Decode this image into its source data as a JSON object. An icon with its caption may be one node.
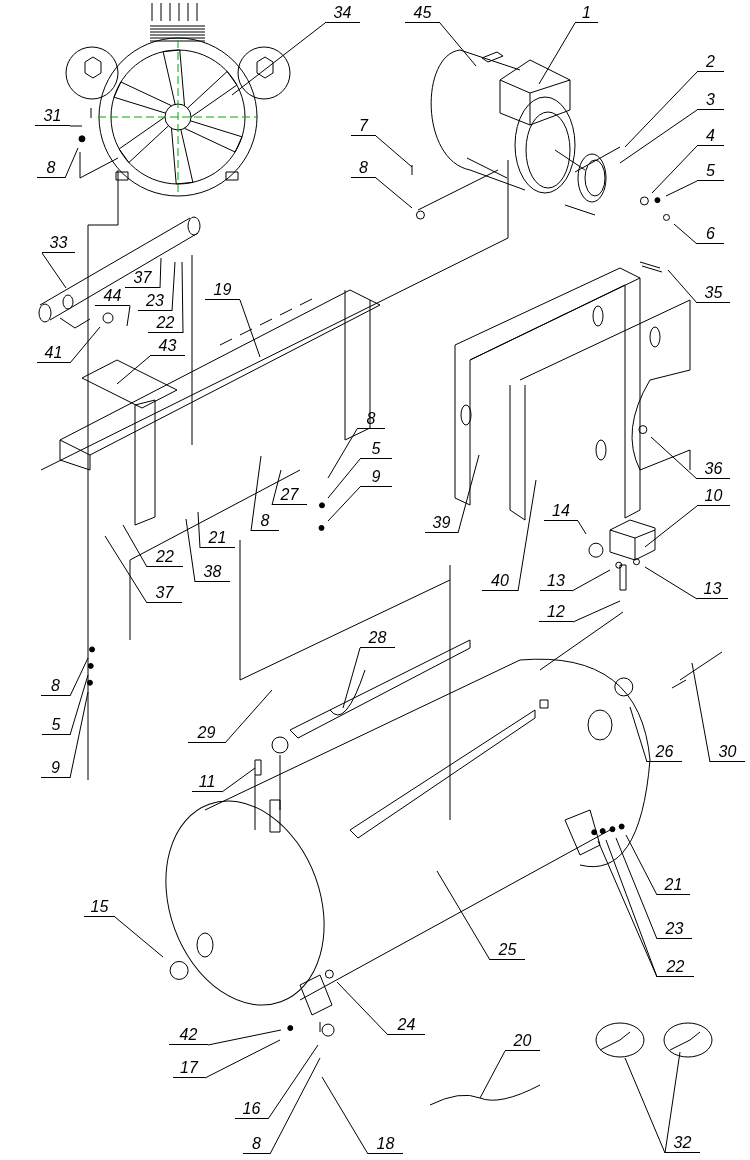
{
  "diagram": {
    "nodes": [
      {
        "text": [
          "34"
        ]
      },
      {
        "text": [
          "45"
        ]
      },
      {
        "text": [
          "1"
        ]
      },
      {
        "text": [
          "2"
        ]
      },
      {
        "text": [
          "3"
        ]
      },
      {
        "text": [
          "4"
        ]
      },
      {
        "text": [
          "5"
        ]
      },
      {
        "text": [
          "6"
        ]
      },
      {
        "text": [
          "31"
        ]
      },
      {
        "text": [
          "8"
        ]
      },
      {
        "text": [
          "7"
        ]
      },
      {
        "text": [
          "8"
        ]
      },
      {
        "text": [
          "33"
        ]
      },
      {
        "text": [
          "37"
        ]
      },
      {
        "text": [
          "23"
        ]
      },
      {
        "text": [
          "22"
        ]
      },
      {
        "text": [
          "44"
        ]
      },
      {
        "text": [
          "41"
        ]
      },
      {
        "text": [
          "19"
        ]
      },
      {
        "text": [
          "43"
        ]
      },
      {
        "text": [
          "35"
        ]
      },
      {
        "text": [
          "36"
        ]
      },
      {
        "text": [
          "8"
        ]
      },
      {
        "text": [
          "8"
        ]
      },
      {
        "text": [
          "27"
        ]
      },
      {
        "text": [
          "39"
        ]
      },
      {
        "text": [
          "40"
        ]
      },
      {
        "text": [
          "14"
        ]
      },
      {
        "text": [
          "10"
        ]
      },
      {
        "text": [
          "13"
        ]
      },
      {
        "text": [
          "13"
        ]
      },
      {
        "text": [
          "12"
        ]
      },
      {
        "text": [
          "21"
        ]
      },
      {
        "text": [
          "22"
        ]
      },
      {
        "text": [
          "38"
        ]
      },
      {
        "text": [
          "37"
        ]
      },
      {
        "text": [
          "8"
        ]
      },
      {
        "text": [
          "5"
        ]
      },
      {
        "text": [
          "9"
        ]
      },
      {
        "text": [
          "28"
        ]
      },
      {
        "text": [
          "29"
        ]
      },
      {
        "text": [
          "11"
        ]
      },
      {
        "text": [
          "26"
        ]
      },
      {
        "text": [
          "30"
        ]
      },
      {
        "text": [
          "21"
        ]
      },
      {
        "text": [
          "23"
        ]
      },
      {
        "text": [
          "22"
        ]
      },
      {
        "text": [
          "25"
        ]
      },
      {
        "text": [
          "15"
        ]
      },
      {
        "text": [
          "24"
        ]
      },
      {
        "text": [
          "42"
        ]
      },
      {
        "text": [
          "17"
        ]
      },
      {
        "text": [
          "16"
        ]
      },
      {
        "text": [
          "8"
        ]
      },
      {
        "text": [
          "18"
        ]
      },
      {
        "text": [
          "20"
        ]
      },
      {
        "text": [
          "32"
        ]
      },
      {
        "text": [
          "5"
        ]
      },
      {
        "text": [
          "9"
        ]
      }
    ],
    "edges": [
      {
        "from": 0,
        "to": null,
        "arrow": "none"
      },
      {
        "from": 1,
        "to": null,
        "arrow": "none"
      },
      {
        "from": 2,
        "to": null,
        "arrow": "none"
      },
      {
        "from": 3,
        "to": null,
        "arrow": "none"
      },
      {
        "from": 4,
        "to": null,
        "arrow": "none"
      },
      {
        "from": 5,
        "to": null,
        "arrow": "none"
      },
      {
        "from": 6,
        "to": null,
        "arrow": "none"
      },
      {
        "from": 7,
        "to": null,
        "arrow": "none"
      },
      {
        "from": 8,
        "to": null,
        "arrow": "none"
      },
      {
        "from": 9,
        "to": null,
        "arrow": "none"
      },
      {
        "from": 10,
        "to": null,
        "arrow": "none"
      },
      {
        "from": 11,
        "to": null,
        "arrow": "none"
      },
      {
        "from": 12,
        "to": null,
        "arrow": "none"
      },
      {
        "from": 13,
        "to": null,
        "arrow": "none"
      },
      {
        "from": 14,
        "to": null,
        "arrow": "none"
      },
      {
        "from": 15,
        "to": null,
        "arrow": "none"
      },
      {
        "from": 16,
        "to": null,
        "arrow": "none"
      },
      {
        "from": 17,
        "to": null,
        "arrow": "none"
      },
      {
        "from": 18,
        "to": null,
        "arrow": "none"
      },
      {
        "from": 19,
        "to": null,
        "arrow": "none"
      },
      {
        "from": 20,
        "to": null,
        "arrow": "none"
      },
      {
        "from": 21,
        "to": null,
        "arrow": "none"
      },
      {
        "from": 22,
        "to": null,
        "arrow": "none"
      },
      {
        "from": 23,
        "to": null,
        "arrow": "none"
      },
      {
        "from": 24,
        "to": null,
        "arrow": "none"
      },
      {
        "from": 25,
        "to": null,
        "arrow": "none"
      },
      {
        "from": 26,
        "to": null,
        "arrow": "none"
      },
      {
        "from": 27,
        "to": null,
        "arrow": "none"
      },
      {
        "from": 28,
        "to": null,
        "arrow": "none"
      },
      {
        "from": 29,
        "to": null,
        "arrow": "none"
      },
      {
        "from": 30,
        "to": null,
        "arrow": "none"
      },
      {
        "from": 31,
        "to": null,
        "arrow": "none"
      },
      {
        "from": 32,
        "to": null,
        "arrow": "none"
      },
      {
        "from": 33,
        "to": null,
        "arrow": "none"
      },
      {
        "from": 34,
        "to": null,
        "arrow": "none"
      },
      {
        "from": 35,
        "to": null,
        "arrow": "none"
      },
      {
        "from": 36,
        "to": null,
        "arrow": "none"
      },
      {
        "from": 37,
        "to": null,
        "arrow": "none"
      },
      {
        "from": 38,
        "to": null,
        "arrow": "none"
      },
      {
        "from": 39,
        "to": null,
        "arrow": "none"
      },
      {
        "from": 40,
        "to": null,
        "arrow": "none"
      },
      {
        "from": 41,
        "to": null,
        "arrow": "none"
      },
      {
        "from": 42,
        "to": null,
        "arrow": "none"
      },
      {
        "from": 43,
        "to": null,
        "arrow": "none"
      },
      {
        "from": 44,
        "to": null,
        "arrow": "none"
      },
      {
        "from": 45,
        "to": null,
        "arrow": "none"
      },
      {
        "from": 46,
        "to": null,
        "arrow": "none"
      },
      {
        "from": 46,
        "to": null,
        "arrow": "none"
      },
      {
        "from": 47,
        "to": null,
        "arrow": "none"
      },
      {
        "from": 48,
        "to": null,
        "arrow": "none"
      },
      {
        "from": 49,
        "to": null,
        "arrow": "none"
      },
      {
        "from": 50,
        "to": null,
        "arrow": "none"
      },
      {
        "from": 51,
        "to": null,
        "arrow": "none"
      },
      {
        "from": 52,
        "to": null,
        "arrow": "none"
      },
      {
        "from": 53,
        "to": null,
        "arrow": "none"
      },
      {
        "from": 54,
        "to": null,
        "arrow": "none"
      },
      {
        "from": 55,
        "to": null,
        "arrow": "none"
      },
      {
        "from": 56,
        "to": null,
        "arrow": "none"
      },
      {
        "from": 56,
        "to": null,
        "arrow": "none"
      },
      {
        "from": 57,
        "to": null,
        "arrow": "none"
      },
      {
        "from": 58,
        "to": null,
        "arrow": "none"
      }
    ]
  }
}
